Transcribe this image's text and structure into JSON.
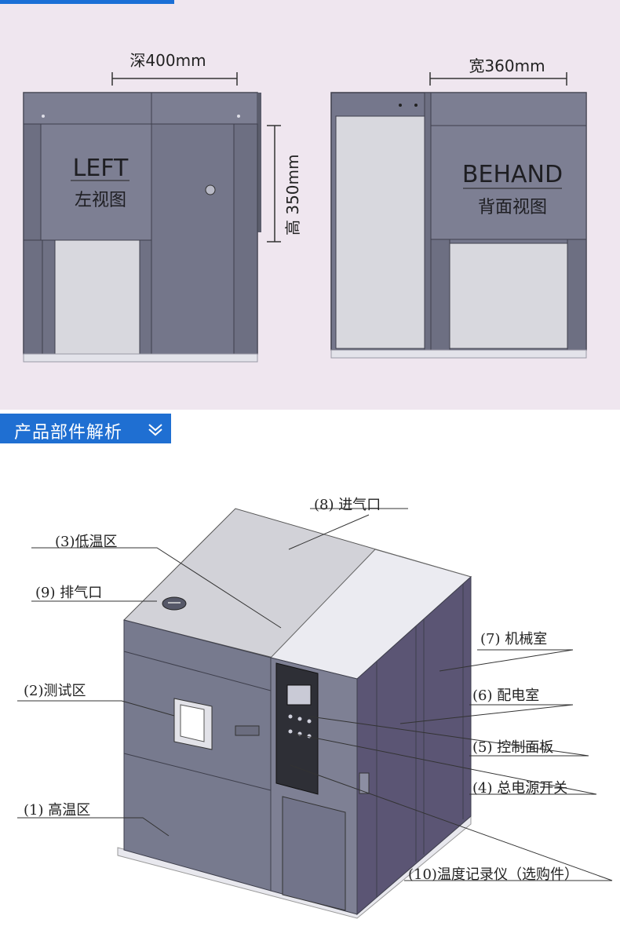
{
  "views": {
    "depth": "深400mm",
    "width": "宽360mm",
    "height": "高 350mm",
    "left_title": "LEFT",
    "left_subtitle": "左视图",
    "back_title": "BEHAND",
    "back_subtitle": "背面视图"
  },
  "section_header": "产品部件解析",
  "parts": {
    "p1": "(1) 高温区",
    "p2": "(2)测试区",
    "p3": "(3)低温区",
    "p4": "(4) 总电源开关",
    "p5": "(5) 控制面板",
    "p6": "(6) 配电室",
    "p7": "(7) 机械室",
    "p8": "(8) 进气口",
    "p9": "(9) 排气口",
    "p10": "(10)温度记录仪（选购件）"
  },
  "colors": {
    "panel": "#75778c",
    "light_panel": "#d8d8de",
    "accent": "#1f6fd2"
  }
}
